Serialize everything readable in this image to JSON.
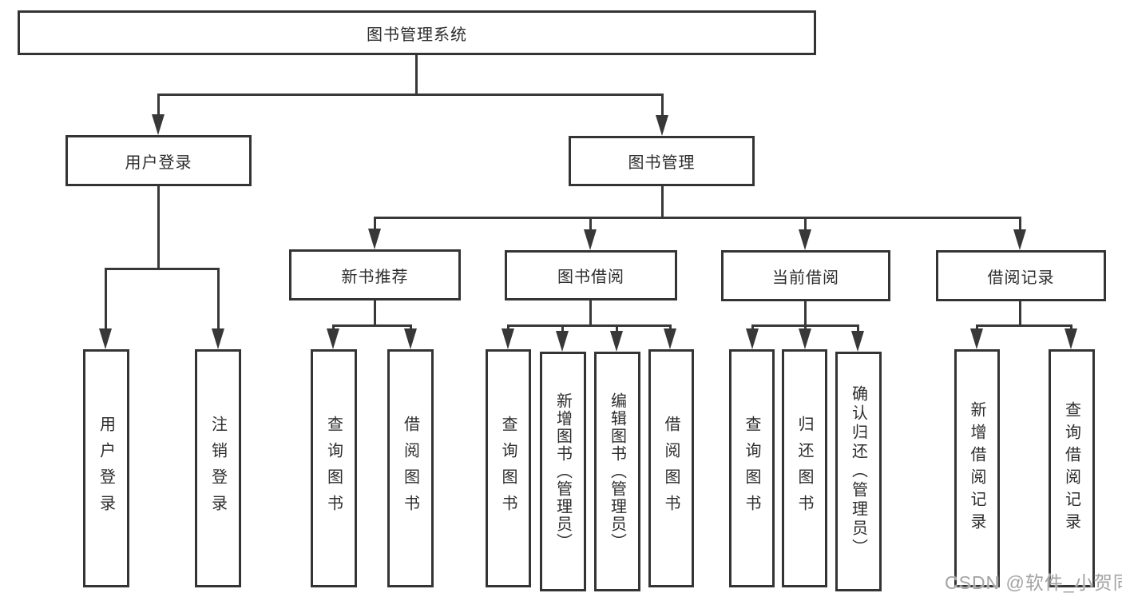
{
  "diagram": {
    "title": "图书管理系统",
    "root": {
      "label": "图书管理系统"
    },
    "level2": [
      {
        "label": "用户登录"
      },
      {
        "label": "图书管理"
      }
    ],
    "level3": [
      {
        "label": "新书推荐",
        "parent": "图书管理"
      },
      {
        "label": "图书借阅",
        "parent": "图书管理"
      },
      {
        "label": "当前借阅",
        "parent": "图书管理"
      },
      {
        "label": "借阅记录",
        "parent": "图书管理"
      }
    ],
    "leaves": [
      {
        "label": "用户登录",
        "parent": "用户登录"
      },
      {
        "label": "注销登录",
        "parent": "用户登录"
      },
      {
        "label": "查询图书",
        "parent": "新书推荐"
      },
      {
        "label": "借阅图书",
        "parent": "新书推荐"
      },
      {
        "label": "查询图书",
        "parent": "图书借阅"
      },
      {
        "label": "新增图书（管理员）",
        "parent": "图书借阅"
      },
      {
        "label": "编辑图书（管理员）",
        "parent": "图书借阅"
      },
      {
        "label": "借阅图书",
        "parent": "图书借阅"
      },
      {
        "label": "查询图书",
        "parent": "当前借阅"
      },
      {
        "label": "归还图书",
        "parent": "当前借阅"
      },
      {
        "label": "确认归还（管理员）",
        "parent": "当前借阅"
      },
      {
        "label": "新增借阅记录",
        "parent": "借阅记录"
      },
      {
        "label": "查询借阅记录",
        "parent": "借阅记录"
      }
    ]
  },
  "watermark": {
    "text": "CSDN @软件_小贺同学"
  },
  "colors": {
    "line": "#383838",
    "box_border": "#343434",
    "text": "#2d2d2d",
    "watermark": "#a3a3a3",
    "background": "#ffffff"
  }
}
